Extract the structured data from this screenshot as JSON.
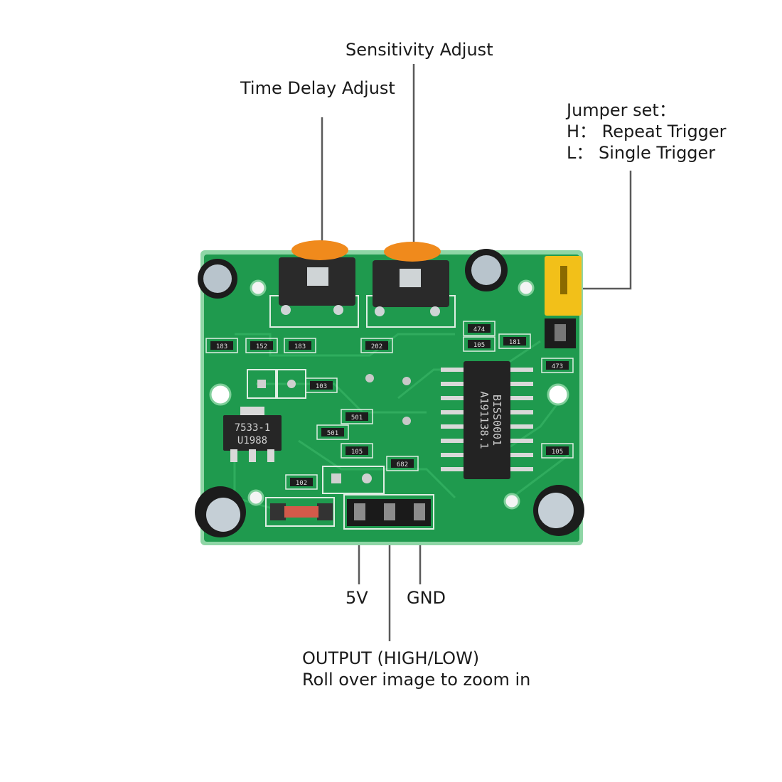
{
  "labels": {
    "sensitivity_adjust": "Sensitivity Adjust",
    "time_delay_adjust": "Time Delay Adjust",
    "jumper_set": "Jumper set：",
    "jumper_h": "H：  Repeat Trigger",
    "jumper_l": "L：  Single Trigger",
    "pin_5v": "5V",
    "pin_gnd": "GND",
    "output": "OUTPUT (HIGH/LOW)",
    "zoom_hint": "Roll over image to zoom in"
  },
  "board": {
    "ic_lines": [
      "BISS0001",
      "A191138.1"
    ],
    "regulator_lines": [
      "7533-1",
      "U1988"
    ],
    "smd_codes": [
      "183",
      "152",
      "183",
      "202",
      "474",
      "105",
      "181",
      "473",
      "103",
      "501",
      "501",
      "105",
      "682",
      "102",
      "105"
    ]
  },
  "colors": {
    "pcb": "#1f9a4e",
    "pcb_edge": "#7fcf9a",
    "leader_line": "#5a5a5a",
    "jumper": "#f2c019",
    "potentiometer": "#f08a1c"
  }
}
